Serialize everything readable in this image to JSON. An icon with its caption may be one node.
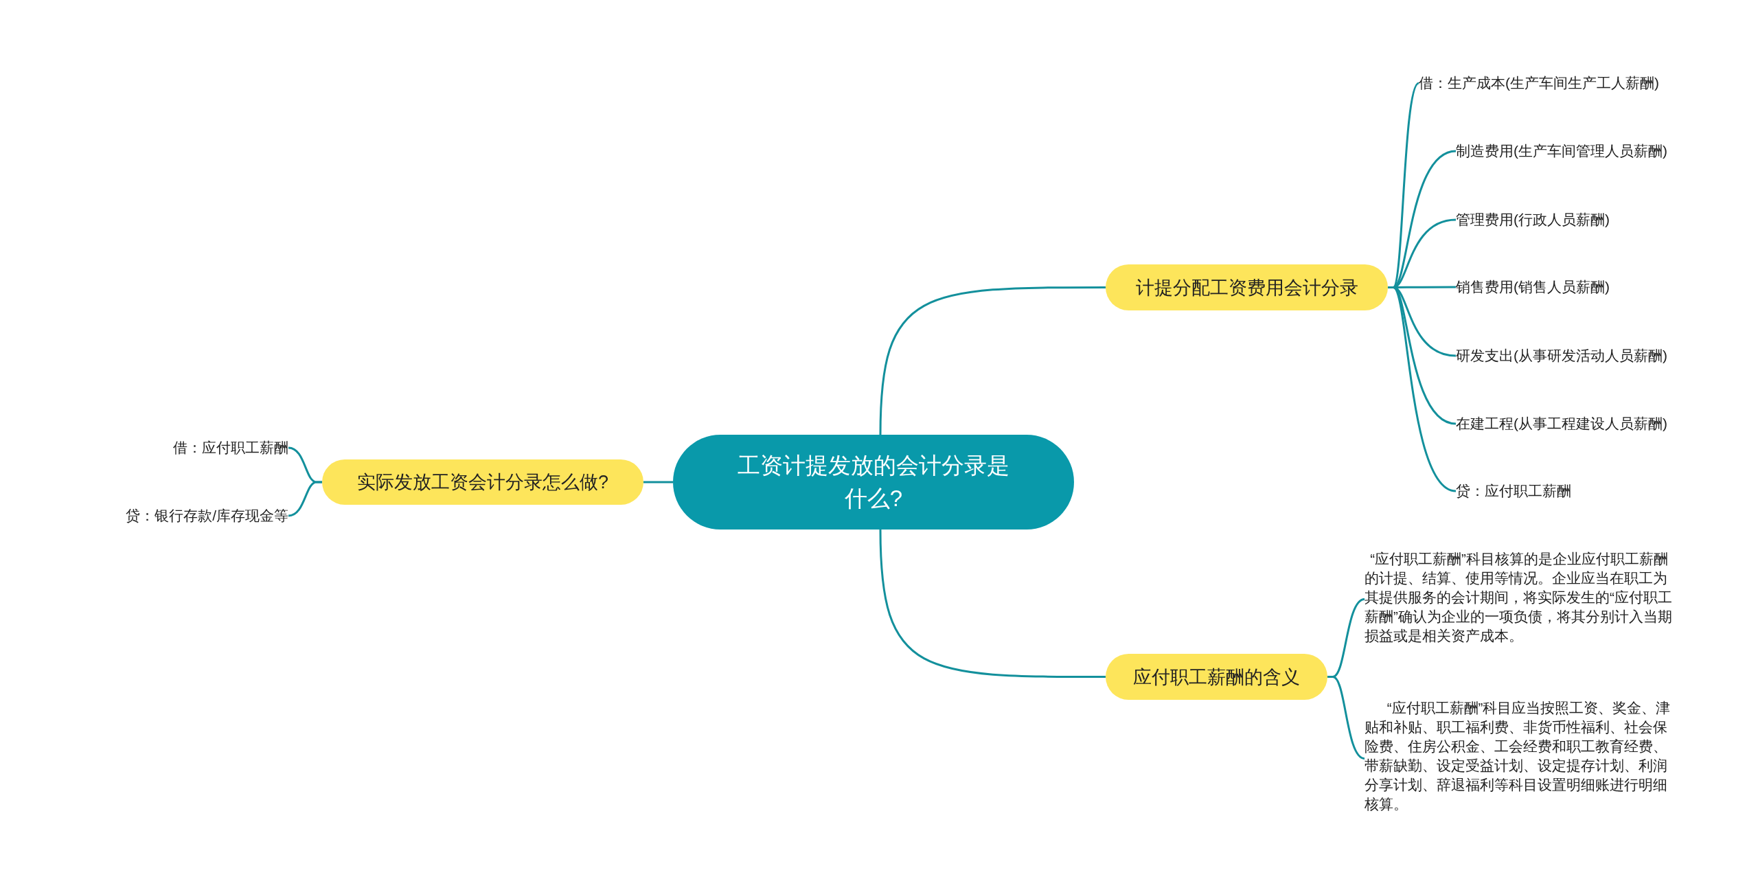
{
  "diagram": {
    "nodes": [
      {
        "text": [
          "工资计提发放的会计分录是什么?"
        ]
      },
      {
        "text": [
          "计提分配工资费用会计分录"
        ]
      },
      {
        "text": [
          "借：生产成本(生产车间生产工人薪酬)"
        ]
      },
      {
        "text": [
          "制造费用(生产车间管理人员薪酬)"
        ]
      },
      {
        "text": [
          "管理费用(行政人员薪酬)"
        ]
      },
      {
        "text": [
          "销售费用(销售人员薪酬)"
        ]
      },
      {
        "text": [
          "研发支出(从事研发活动人员薪酬)"
        ]
      },
      {
        "text": [
          "在建工程(从事工程建设人员薪酬)"
        ]
      },
      {
        "text": [
          "贷：应付职工薪酬"
        ]
      },
      {
        "text": [
          "应付职工薪酬的含义"
        ]
      },
      {
        "text": [
          "“应付职工薪酬”科目核算的是企业应付职工薪酬的计提、结算、使用等情况。企业应当在职工为其提供服务的会计期间，将实际发生的“应付职工薪酬”确认为企业的一项负债，将其分别计入当期损益或是相关资产成本。"
        ]
      },
      {
        "text": [
          "“应付职工薪酬”科目应当按照工资、奖金、津贴和补贴、职工福利费、非货币性福利、社会保险费、住房公积金、工会经费和职工教育经费、带薪缺勤、设定受益计划、设定提存计划、利润分享计划、辞退福利等科目设置明细账进行明细核算。"
        ]
      },
      {
        "text": [
          "实际发放工资会计分录怎么做?"
        ]
      },
      {
        "text": [
          "借：应付职工薪酬"
        ]
      },
      {
        "text": [
          "贷：银行存款/库存现金等"
        ]
      }
    ],
    "edges": [
      {
        "from": 0,
        "to": 1,
        "arrow": "none"
      },
      {
        "from": 1,
        "to": 2,
        "arrow": "none"
      },
      {
        "from": 1,
        "to": 3,
        "arrow": "none"
      },
      {
        "from": 1,
        "to": 4,
        "arrow": "none"
      },
      {
        "from": 1,
        "to": 5,
        "arrow": "none"
      },
      {
        "from": 1,
        "to": 6,
        "arrow": "none"
      },
      {
        "from": 1,
        "to": 7,
        "arrow": "none"
      },
      {
        "from": 1,
        "to": 8,
        "arrow": "none"
      },
      {
        "from": 0,
        "to": 9,
        "arrow": "none"
      },
      {
        "from": 9,
        "to": 10,
        "arrow": "none"
      },
      {
        "from": 9,
        "to": 11,
        "arrow": "none"
      },
      {
        "from": 0,
        "to": 12,
        "arrow": "none"
      },
      {
        "from": 12,
        "to": 13,
        "arrow": "none"
      },
      {
        "from": 12,
        "to": 14,
        "arrow": "none"
      }
    ]
  }
}
